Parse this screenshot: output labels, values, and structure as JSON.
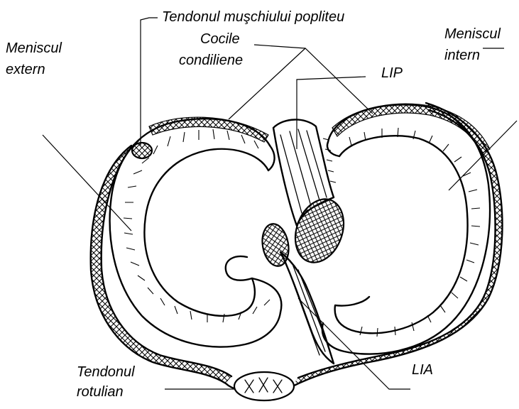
{
  "labels": {
    "tendon_popliteu": "Tendonul muşchiului popliteu",
    "cocile_line1": "Cocile",
    "cocile_line2": "condiliene",
    "menisc_extern_line1": "Meniscul",
    "menisc_extern_line2": "extern",
    "menisc_intern_line1": "Meniscul",
    "menisc_intern_line2": "intern",
    "lip": "LIP",
    "lia": "LIA",
    "tendon_rotulian_line1": "Tendonul",
    "tendon_rotulian_line2": "rotulian"
  }
}
